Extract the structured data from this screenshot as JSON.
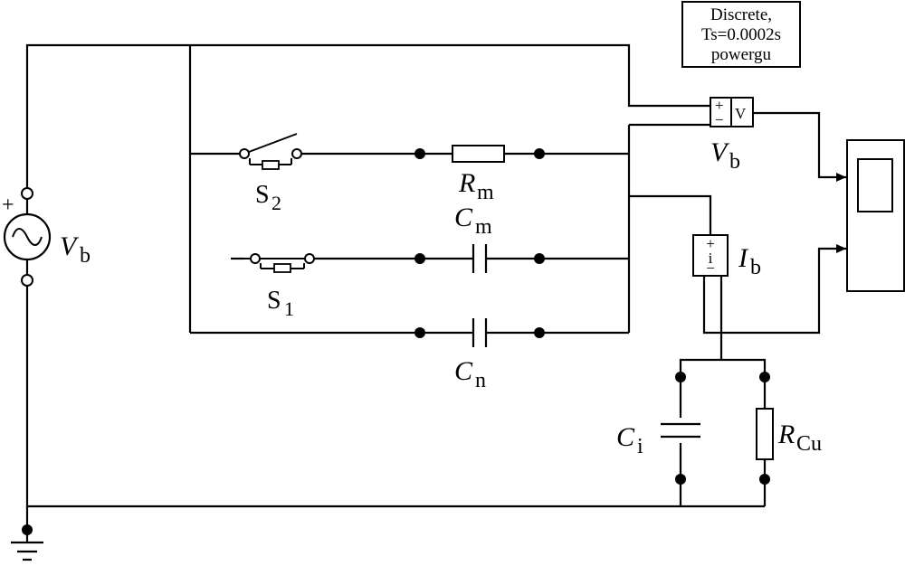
{
  "powergui": {
    "line1": "Discrete,",
    "line2": "Ts=0.0002s",
    "line3": "powergu"
  },
  "source": {
    "plus_sign": "+",
    "label_main": "V",
    "label_sub": "b"
  },
  "switches": {
    "s2": {
      "main": "S",
      "sub": "2"
    },
    "s1": {
      "main": "S",
      "sub": "1"
    }
  },
  "components": {
    "rm": {
      "main": "R",
      "sub": "m"
    },
    "cm": {
      "main": "C",
      "sub": "m"
    },
    "cn": {
      "main": "C",
      "sub": "n"
    },
    "ci": {
      "main": "C",
      "sub": "i"
    },
    "rcu": {
      "main": "R",
      "sub": "Cu"
    }
  },
  "voltmeter": {
    "plus": "+",
    "minus": "−",
    "symbol": "V",
    "label_main": "V",
    "label_sub": "b"
  },
  "ammeter": {
    "plus": "+",
    "symbol": "i",
    "minus": "−",
    "label_main": "I",
    "label_sub": "b"
  }
}
